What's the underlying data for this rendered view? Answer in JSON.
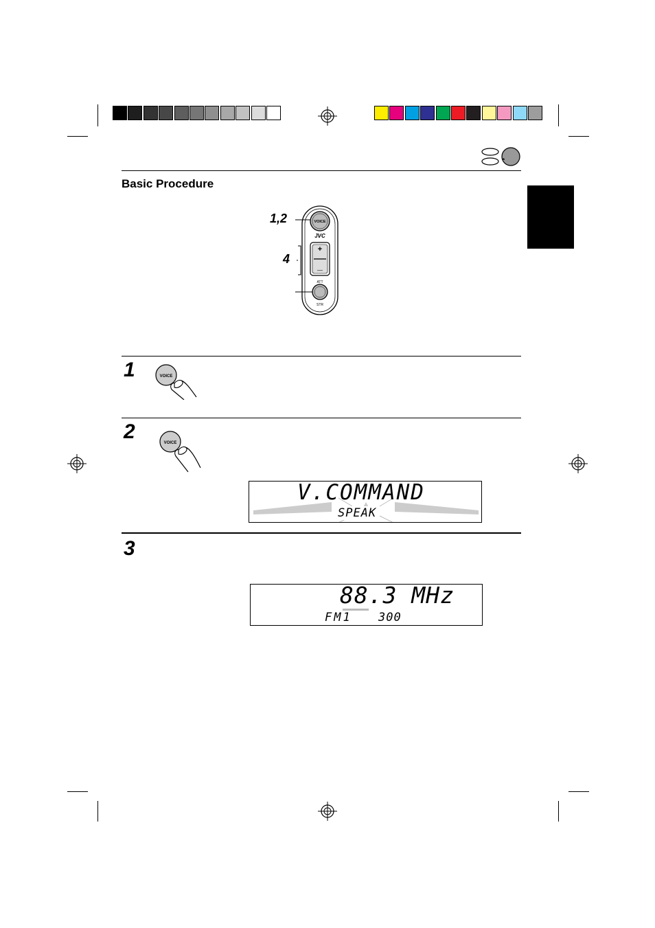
{
  "colors": {
    "grayscale_bar": [
      "#000000",
      "#1e1e1e",
      "#333333",
      "#474747",
      "#5e5e5e",
      "#767676",
      "#8f8f8f",
      "#a8a8a8",
      "#c2c2c2",
      "#dcdcdc",
      "#ffffff"
    ],
    "color_bar": [
      "#ffed00",
      "#e6007e",
      "#00a0e3",
      "#2e3192",
      "#00a651",
      "#ed1c24",
      "#231f20",
      "#fff799",
      "#f49ac1",
      "#8ed8f8",
      "#9d9d9d"
    ]
  },
  "section_title": "Basic Procedure",
  "remote": {
    "voice_label": "VOICE",
    "brand": "JVC",
    "plus": "+",
    "minus": "—",
    "att_label": "ATT",
    "str_label": "STR",
    "callout_1_2": "1,2",
    "callout_4": "4"
  },
  "steps": [
    {
      "number": "1",
      "button_label": "VOICE"
    },
    {
      "number": "2",
      "button_label": "VOICE"
    },
    {
      "number": "3"
    }
  ],
  "display_1": {
    "main": "V.COMMAND",
    "sub": "SPEAK"
  },
  "display_2": {
    "freq": "88.3 MHz",
    "band": "FM1",
    "preset": "300"
  }
}
